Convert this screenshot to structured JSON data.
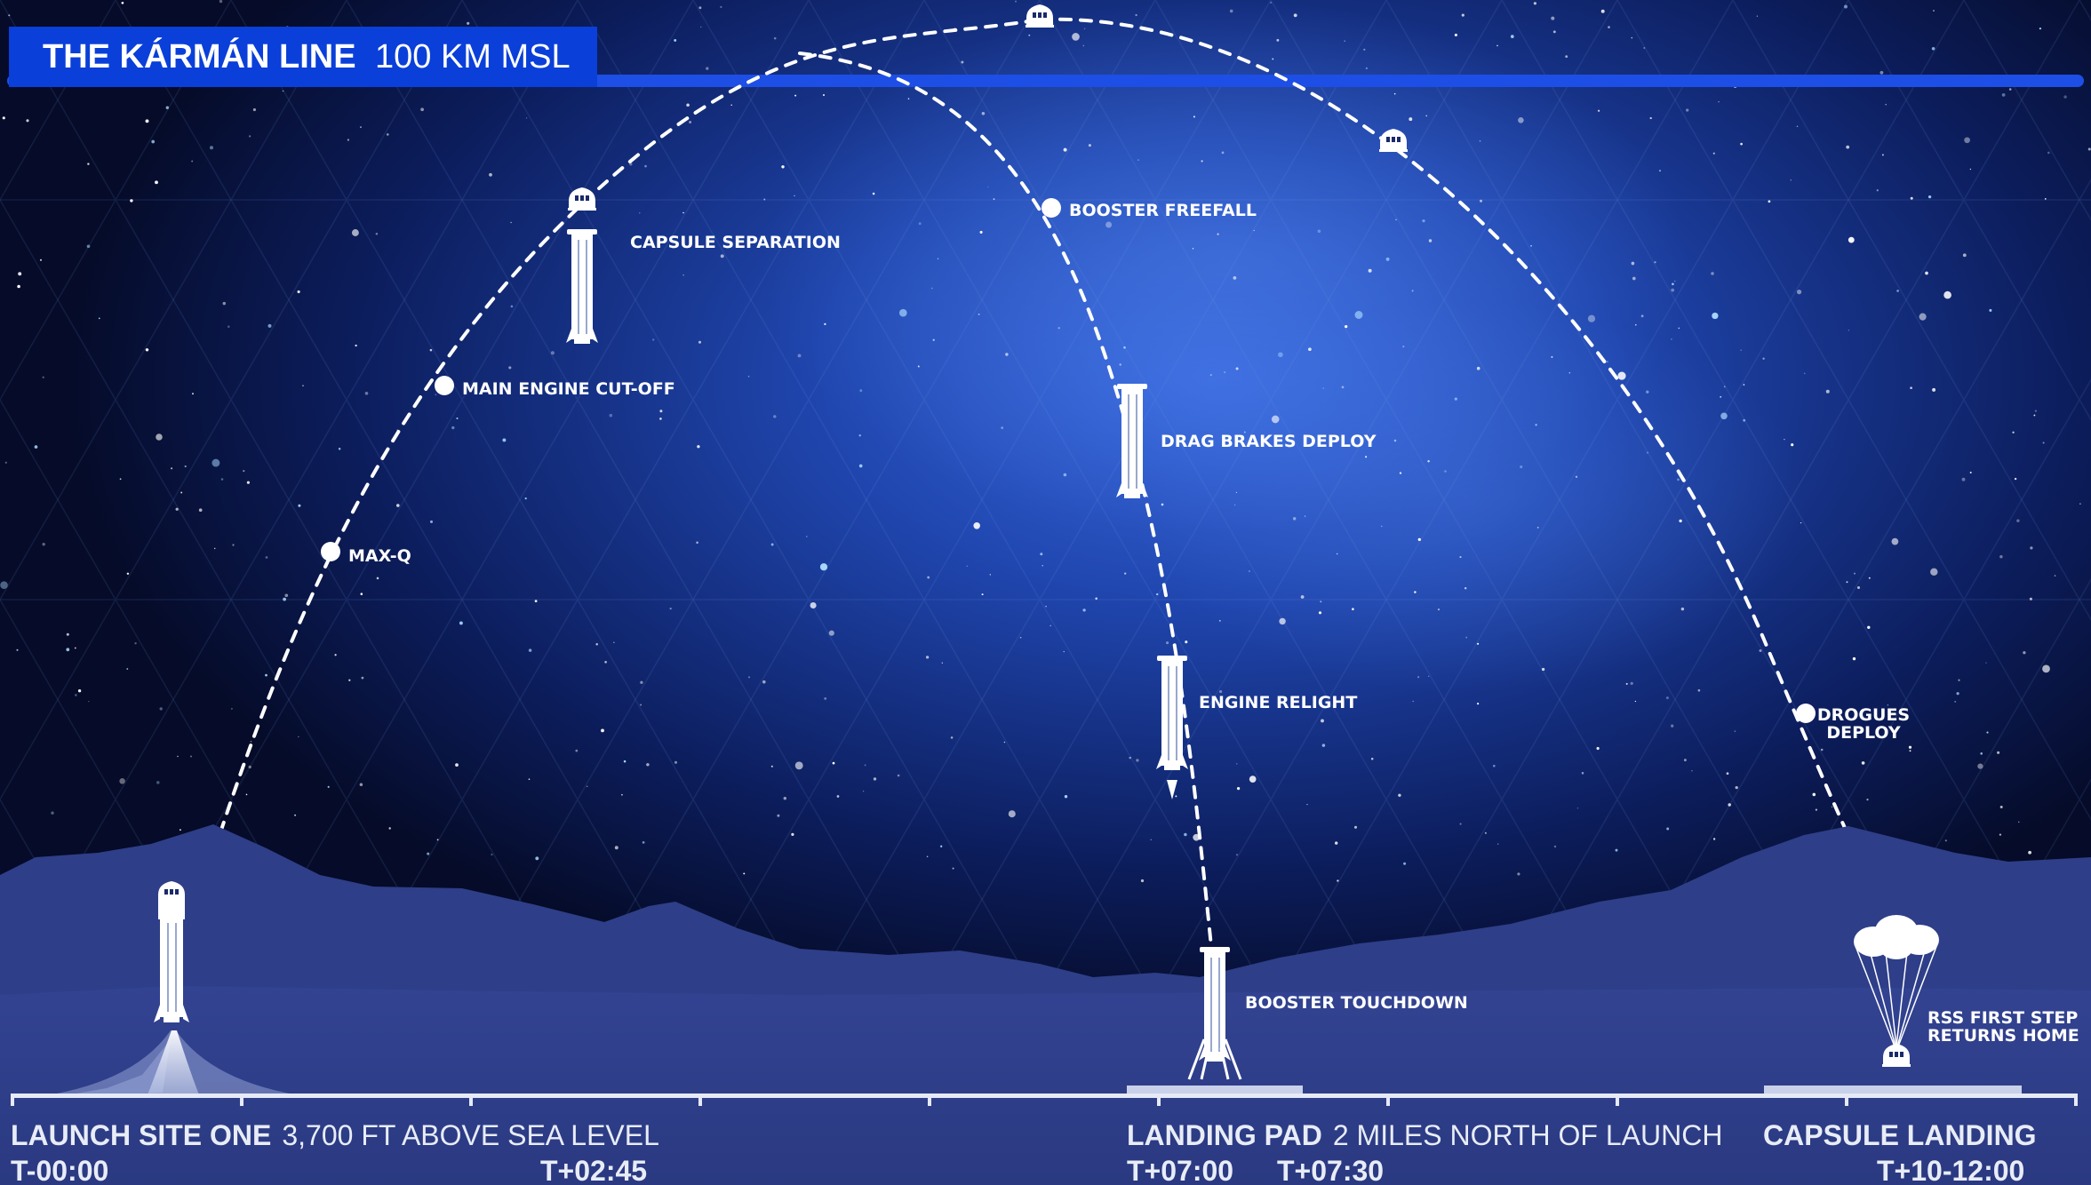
{
  "colors": {
    "sky_deep": "#050b28",
    "sky_mid": "#15307f",
    "nebula": "#2f5fd6",
    "mountain": "#2f3f8a",
    "ground": "#34449a",
    "banner": "#0a3fd9",
    "line": "#1d4fe6",
    "white": "#ffffff"
  },
  "banner": {
    "title": "THE KÁRMÁN LINE",
    "subtitle": "100 KM MSL"
  },
  "events": {
    "max_q": "MAX-Q",
    "meco": "MAIN ENGINE CUT-OFF",
    "capsule_separation": "CAPSULE SEPARATION",
    "booster_freefall": "BOOSTER FREEFALL",
    "drag_brakes": "DRAG BRAKES DEPLOY",
    "engine_relight": "ENGINE RELIGHT",
    "booster_touchdown": "BOOSTER TOUCHDOWN",
    "drogues_line1": "DROGUES",
    "drogues_line2": "DEPLOY",
    "rss_line1": "RSS FIRST STEP",
    "rss_line2": "RETURNS HOME"
  },
  "footer": {
    "launch_site": {
      "name": "LAUNCH SITE ONE",
      "detail": "3,700 FT ABOVE SEA LEVEL"
    },
    "landing_pad": {
      "name": "LANDING PAD",
      "detail": "2 MILES NORTH OF LAUNCH"
    },
    "capsule_landing": {
      "name": "CAPSULE LANDING"
    },
    "times": {
      "t0": "T-00:00",
      "t1": "T+02:45",
      "t2": "T+07:00",
      "t3": "T+07:30",
      "t4": "T+10-12:00"
    }
  },
  "icons": {
    "capsule": "capsule-icon",
    "booster": "booster-rocket-icon",
    "parachute": "parachute-icon",
    "event_marker": "event-dot-icon"
  }
}
